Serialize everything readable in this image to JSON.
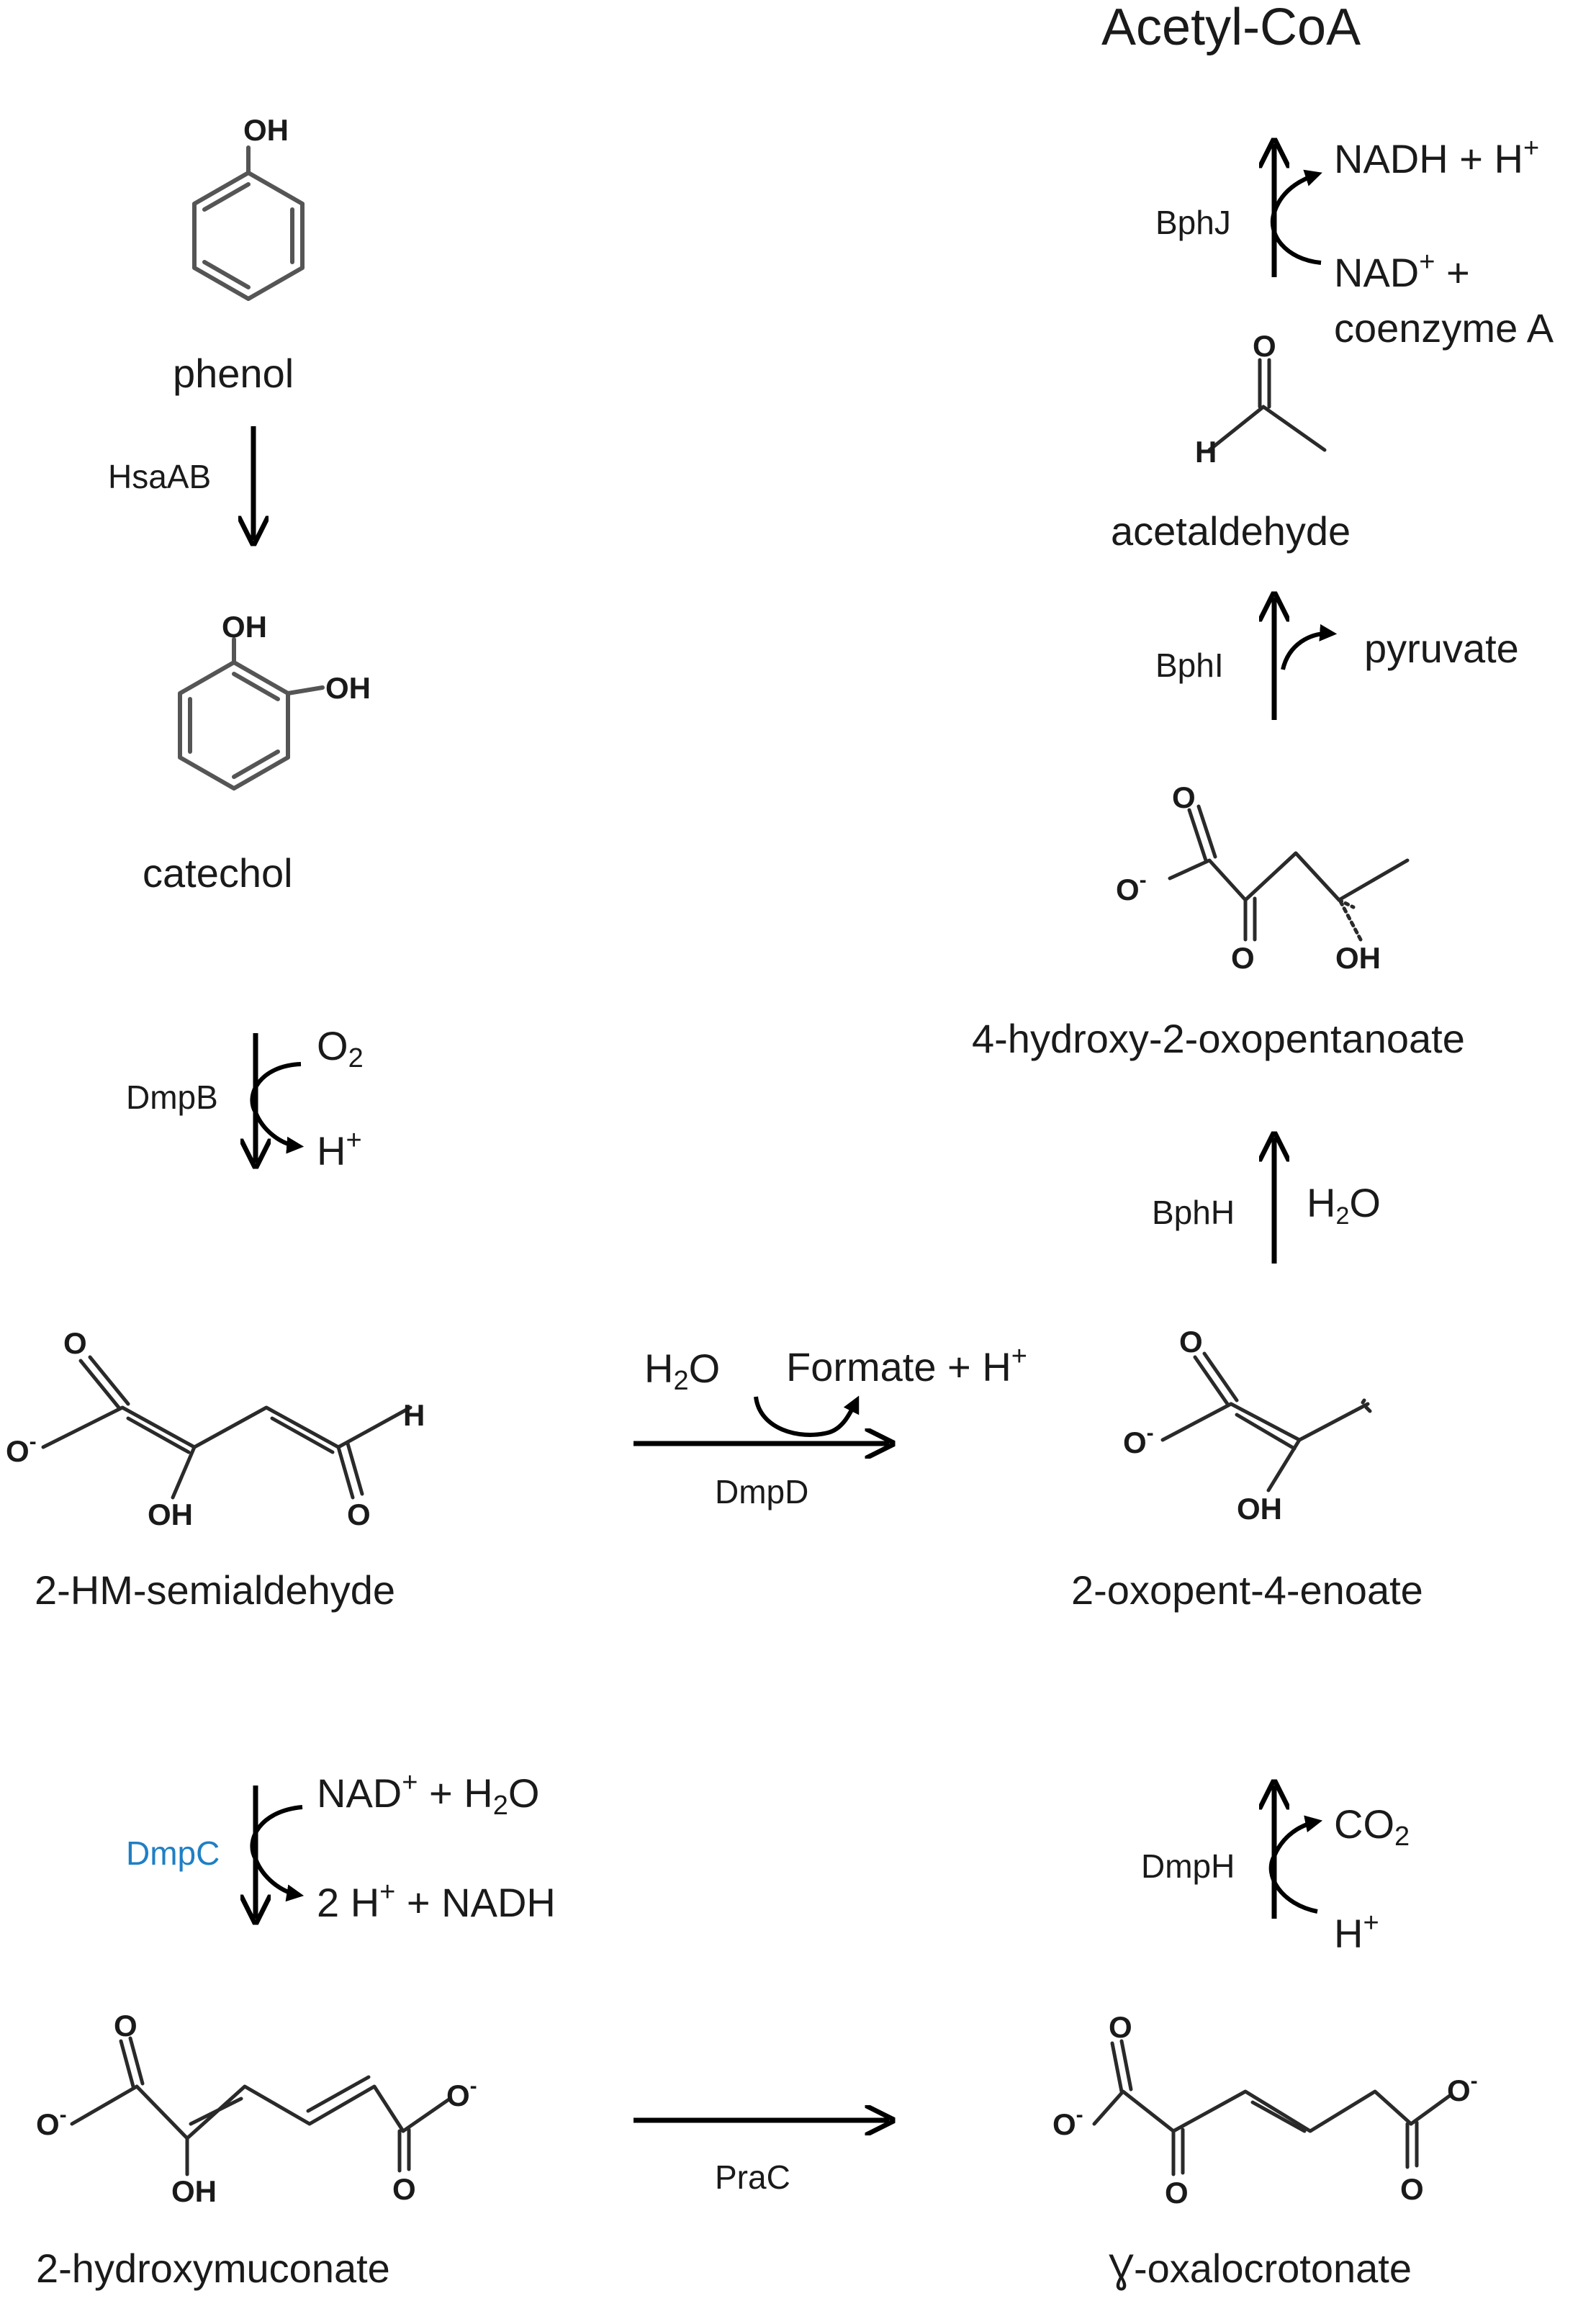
{
  "final_product": "Acetyl-CoA",
  "compounds": {
    "phenol": "phenol",
    "catechol": "catechol",
    "semialdehyde": "2-HM-semialdehyde",
    "hydroxymuconate": "2-hydroxymuconate",
    "oxalocrotonate": "Ɣ-oxalocrotonate",
    "oxopentenoate": "2-oxopent-4-enoate",
    "hydroxyoxopentanoate": "4-hydroxy-2-oxopentanoate",
    "acetaldehyde": "acetaldehyde"
  },
  "enzymes": {
    "hsaab": "HsaAB",
    "dmpb": "DmpB",
    "dmpc": "DmpC",
    "prac": "PraC",
    "dmph": "DmpH",
    "dmpd": "DmpD",
    "bphh": "BphH",
    "bphi": "BphI",
    "bphj": "BphJ"
  },
  "colors": {
    "highlight_enzyme": "#1f7fc4",
    "text": "#1a1a1a"
  },
  "cofactors": {
    "dmpb_in": "O",
    "dmpb_in_sub": "2",
    "dmpb_out": "H",
    "dmpb_out_sup": "+",
    "dmpc_in_a": "NAD",
    "dmpc_in_a_sup": "+",
    "dmpc_in_b": " + H",
    "dmpc_in_b_sub": "2",
    "dmpc_in_c": "O",
    "dmpc_out_a": "2 H",
    "dmpc_out_a_sup": "+",
    "dmpc_out_b": " + NADH",
    "dmph_out": "CO",
    "dmph_out_sub": "2",
    "dmph_in": "H",
    "dmph_in_sup": "+",
    "dmpd_in": "H",
    "dmpd_in_sub": "2",
    "dmpd_in_b": "O",
    "dmpd_out": "Formate + H",
    "dmpd_out_sup": "+",
    "bphh_in": "H",
    "bphh_in_sub": "2",
    "bphh_in_b": "O",
    "bphi_out": "pyruvate",
    "bphj_out": "NADH + H",
    "bphj_out_sup": "+",
    "bphj_in_a": "NAD",
    "bphj_in_a_sup": "+",
    "bphj_in_b": " +",
    "bphj_in_c": "coenzyme A"
  },
  "atoms": {
    "oh": "OH",
    "o": "O",
    "o_minus": "O",
    "minus": "-",
    "h": "H"
  }
}
